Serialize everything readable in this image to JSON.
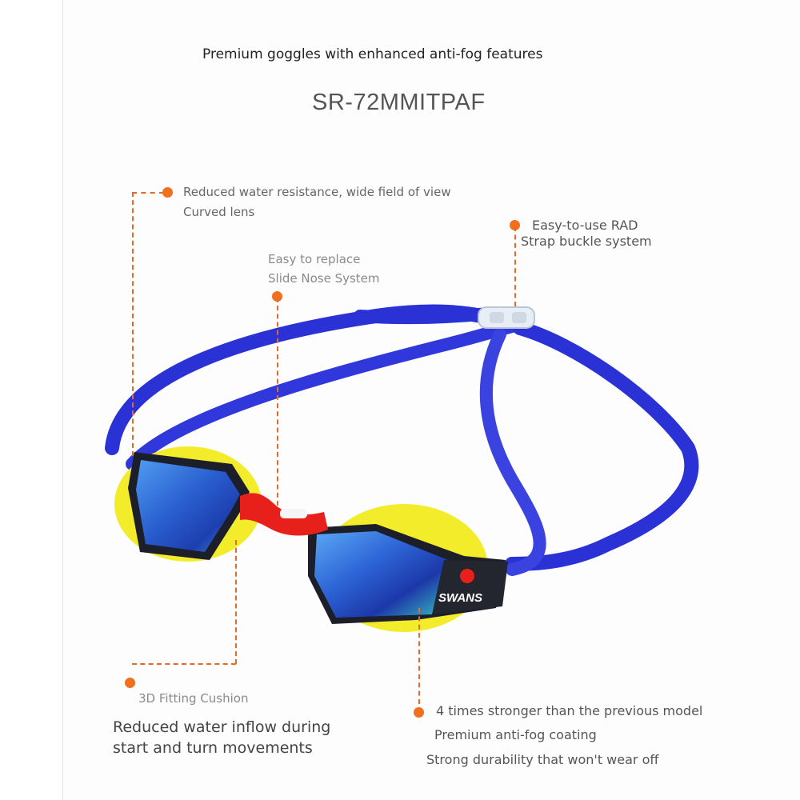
{
  "header": {
    "headline": "Premium goggles with enhanced anti-fog features",
    "model": "SR-72MMITPAF"
  },
  "callouts": {
    "lens": {
      "line1": "Reduced water resistance, wide field of view",
      "line2": "Curved lens"
    },
    "nose": {
      "line1": "Easy to replace",
      "line2": "Slide Nose System"
    },
    "buckle": {
      "line1": "Easy-to-use RAD",
      "line2": "Strap buckle system"
    },
    "cushion": {
      "title": "3D Fitting Cushion",
      "line1": "Reduced water inflow during",
      "line2": "start and turn movements"
    },
    "coating": {
      "line1": "4 times stronger than the previous model",
      "line2": "Premium anti-fog coating",
      "line3": "Strong durability that won't wear off"
    }
  },
  "product": {
    "brand": "SWANS"
  },
  "colors": {
    "accent": "#f0701e",
    "strap": "#2a32d6",
    "cushion": "#f3ec2a",
    "bridge": "#e8201c",
    "lens": "#2f74d8"
  }
}
